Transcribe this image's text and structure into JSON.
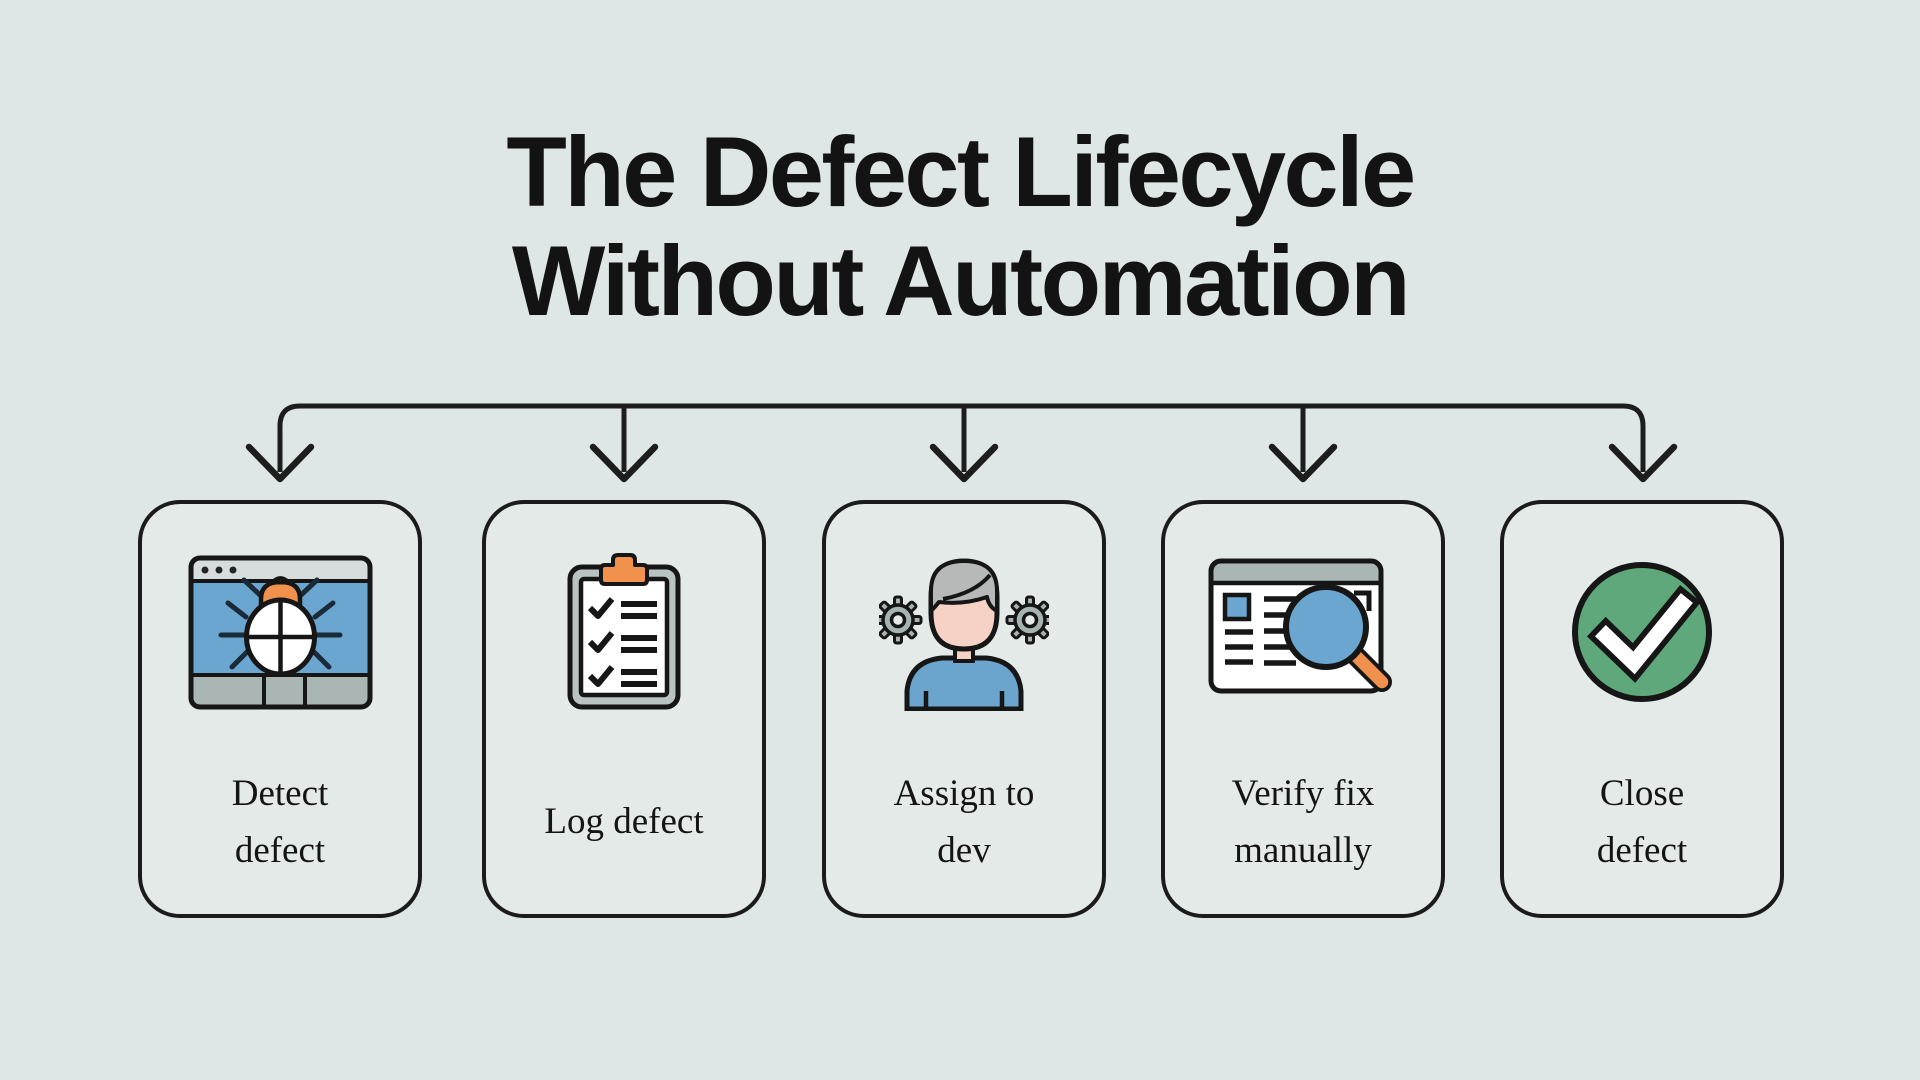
{
  "title": {
    "line1": "The Defect Lifecycle",
    "line2": "Without Automation"
  },
  "steps": [
    {
      "label_lines": [
        "Detect",
        "defect"
      ],
      "icon": "bug-browser-window"
    },
    {
      "label_lines": [
        "Log defect"
      ],
      "icon": "clipboard-checklist"
    },
    {
      "label_lines": [
        "Assign to",
        "dev"
      ],
      "icon": "developer-person-gears"
    },
    {
      "label_lines": [
        "Verify fix",
        "manually"
      ],
      "icon": "window-magnifier"
    },
    {
      "label_lines": [
        "Close",
        "defect"
      ],
      "icon": "green-check-circle"
    }
  ],
  "colors": {
    "background": "#dee7e5",
    "box_fill": "#e3eae8",
    "outline": "#1b1b1b",
    "blue": "#6ba6d1",
    "orange": "#f0924e",
    "green": "#5ea87c",
    "gray_light_bar": "#d7dddd",
    "gray_mid_bar": "#a9b6b4",
    "clipboard_gray": "#b9c4c2",
    "gear_gray": "#a5b4b2",
    "hair_gray": "#b7b9b8",
    "skin": "#f6d1c5",
    "white": "#ffffff"
  }
}
